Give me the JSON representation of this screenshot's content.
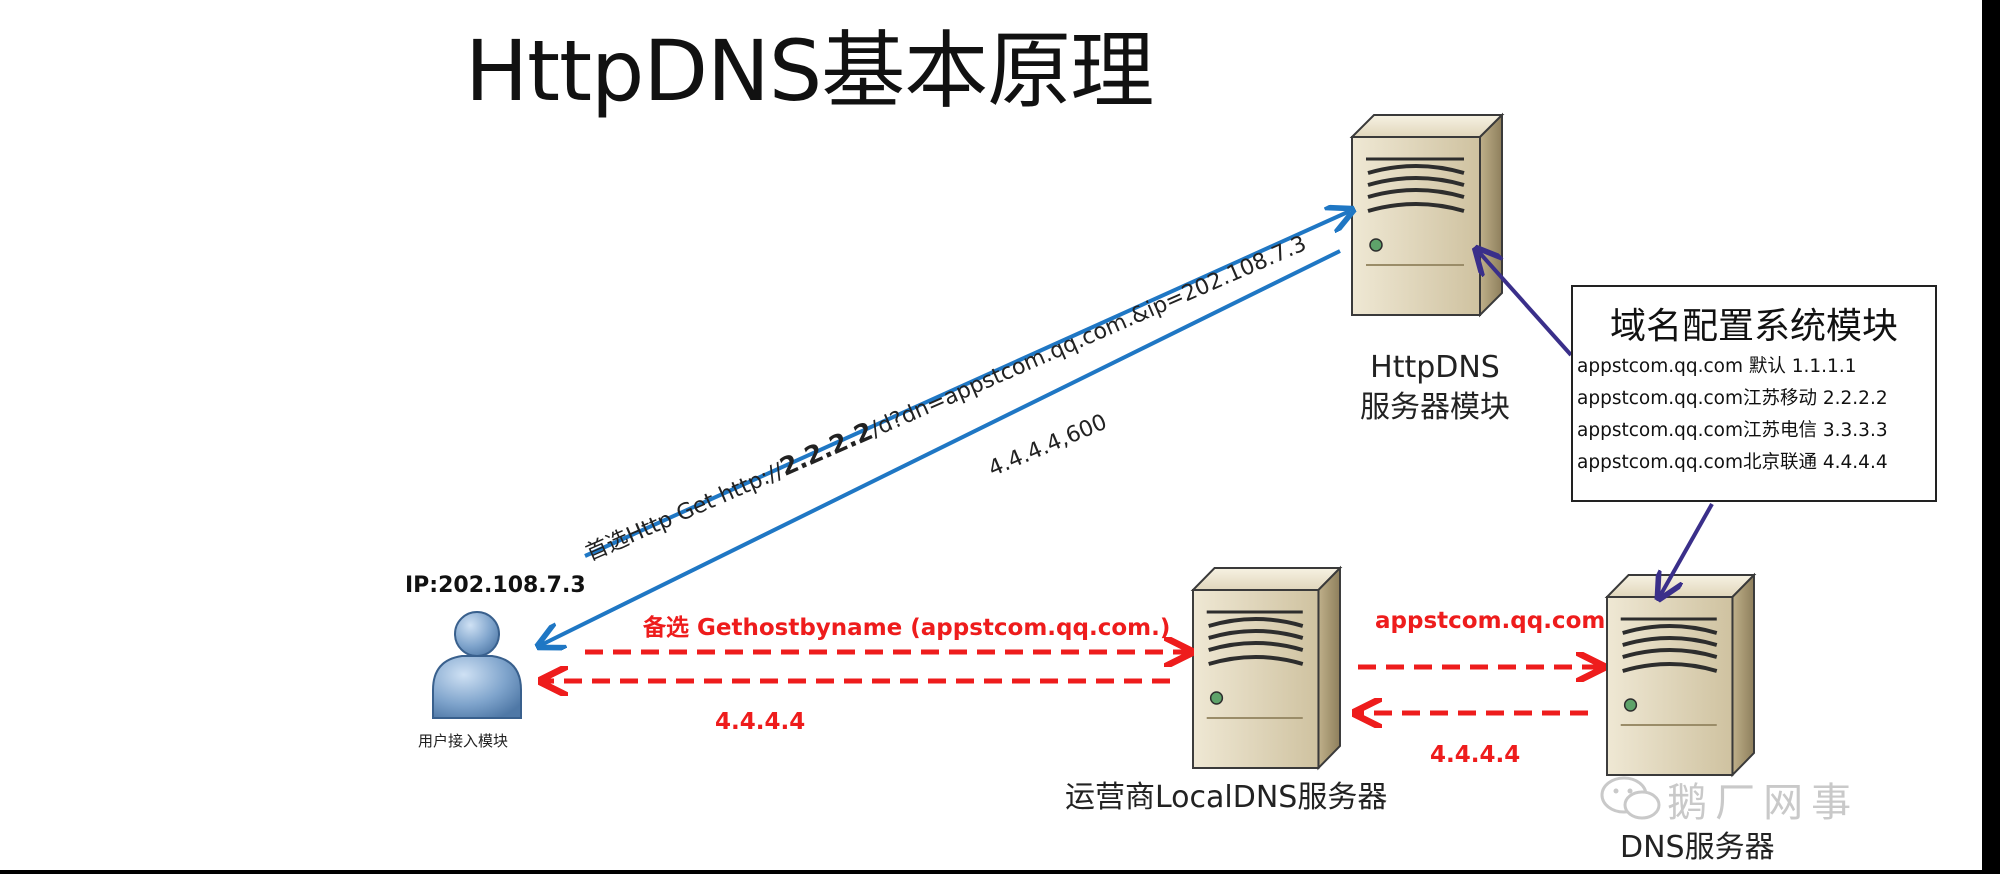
{
  "title": "HttpDNS基本原理",
  "httpdns_server": {
    "line1": "HttpDNS",
    "line2": "服务器模块"
  },
  "local_dns_server": {
    "label": "运营商LocalDNS服务器"
  },
  "dns_server": {
    "label": "DNS服务器"
  },
  "user": {
    "ip": "IP:202.108.7.3",
    "label": "用户接入模块"
  },
  "config_box": {
    "title": "域名配置系统模块",
    "rows": [
      "appstcom.qq.com  默认  1.1.1.1",
      "appstcom.qq.com江苏移动  2.2.2.2",
      "appstcom.qq.com江苏电信  3.3.3.3",
      "appstcom.qq.com北京联通  4.4.4.4"
    ]
  },
  "request_label": {
    "prefix": "首选Http Get http://",
    "bold": "2.2.2.2",
    "suffix": "/d?dn=appstcom.qq.com.&ip=202.108.7.3"
  },
  "response_label": "4.4.4.4,600",
  "fallback_label": "备选 Gethostbyname (appstcom.qq.com.)",
  "fallback_response": "4.4.4.4",
  "dns_query_label": "appstcom.qq.com",
  "dns_response": "4.4.4.4",
  "watermark": "鹅厂网事",
  "colors": {
    "blue_arrow": "#1f77c4",
    "red_arrow": "#ee1c1c",
    "purple_arrow": "#3a2f8a"
  },
  "icons": [
    "server-icon",
    "user-icon",
    "wechat-icon"
  ]
}
